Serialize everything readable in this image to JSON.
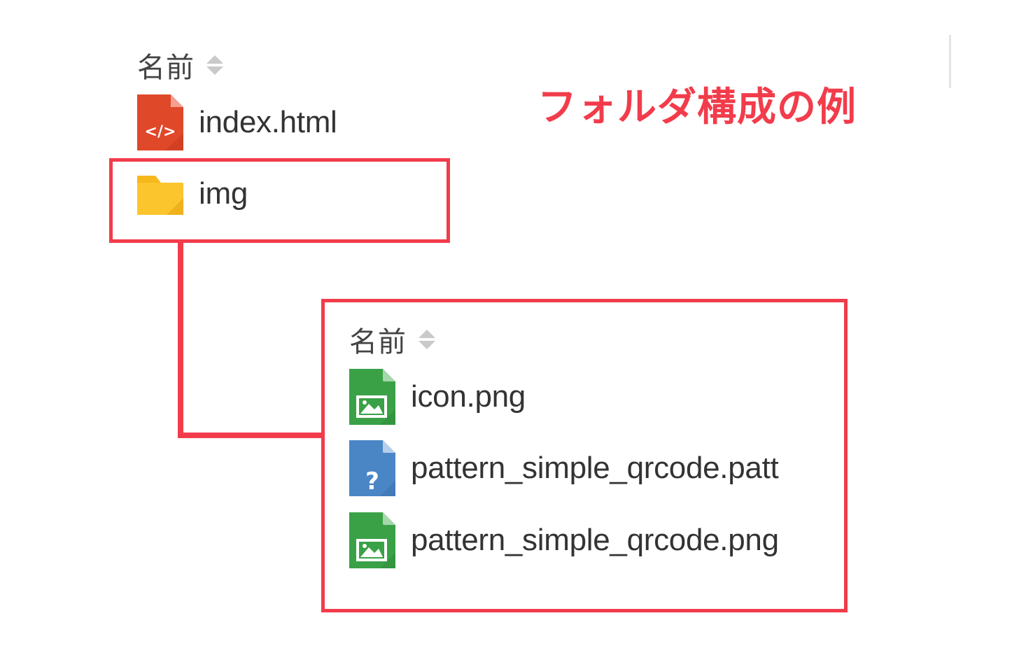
{
  "annotation": {
    "title": "フォルダ構成の例",
    "color": "#f23c4b"
  },
  "root_listing": {
    "header": {
      "name_label": "名前",
      "sort_icon": "sort-updown-icon"
    },
    "items": [
      {
        "name": "index.html",
        "icon": "html-file-icon",
        "icon_color": "#e0482a"
      },
      {
        "name": "img",
        "icon": "folder-icon",
        "icon_color": "#f7b81b"
      }
    ]
  },
  "img_listing": {
    "header": {
      "name_label": "名前",
      "sort_icon": "sort-updown-icon"
    },
    "items": [
      {
        "name": "icon.png",
        "icon": "image-file-icon",
        "icon_color": "#3aa147"
      },
      {
        "name": "pattern_simple_qrcode.patt",
        "icon": "unknown-file-icon",
        "icon_color": "#4a86c6"
      },
      {
        "name": "pattern_simple_qrcode.png",
        "icon": "image-file-icon",
        "icon_color": "#3aa147"
      }
    ]
  }
}
